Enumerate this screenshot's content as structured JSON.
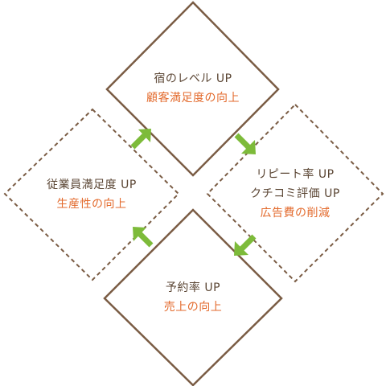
{
  "colors": {
    "border": "#7a5c44",
    "text": "#5b4634",
    "accent": "#e36a2c",
    "arrow": "#7dbb3a"
  },
  "nodes": {
    "top": {
      "lines": [
        "宿のレベル UP"
      ],
      "sub": [
        "顧客満足度の向上"
      ]
    },
    "right": {
      "lines": [
        "リピート率 UP",
        "クチコミ評価 UP"
      ],
      "sub": [
        "広告費の削減"
      ]
    },
    "bottom": {
      "lines": [
        "予約率 UP"
      ],
      "sub": [
        "売上の向上"
      ]
    },
    "left": {
      "lines": [
        "従業員満足度 UP"
      ],
      "sub": [
        "生産性の向上"
      ]
    }
  },
  "arrows": [
    {
      "name": "arrow-top-to-right",
      "direction": "down-right"
    },
    {
      "name": "arrow-right-to-bottom",
      "direction": "down-left"
    },
    {
      "name": "arrow-bottom-to-left",
      "direction": "up-left"
    },
    {
      "name": "arrow-left-to-top",
      "direction": "up-right"
    }
  ]
}
